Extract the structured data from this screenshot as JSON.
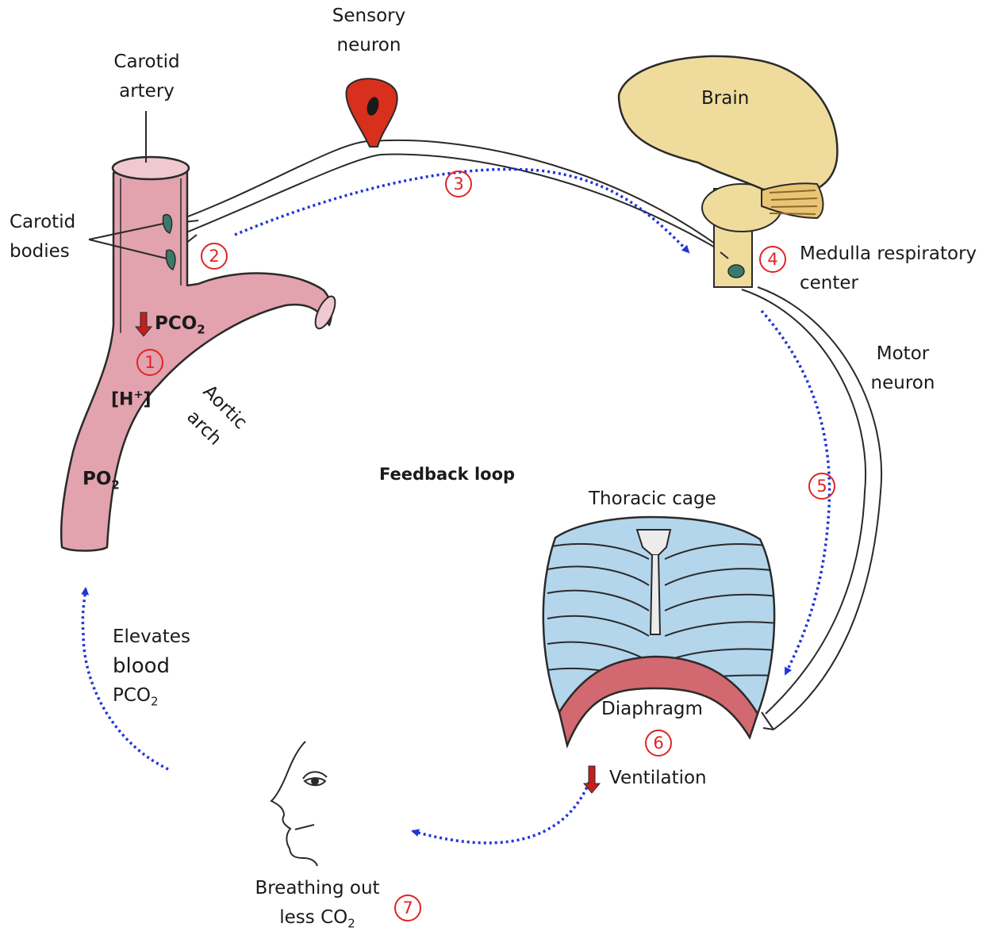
{
  "labels": {
    "sensory_neuron": [
      "Sensory",
      "neuron"
    ],
    "carotid_artery": [
      "Carotid",
      "artery"
    ],
    "carotid_bodies": [
      "Carotid",
      "bodies"
    ],
    "brain": "Brain",
    "medulla": [
      "Medulla respiratory",
      "center"
    ],
    "motor_neuron": [
      "Motor",
      "neuron"
    ],
    "aortic_arch": [
      "Aortic",
      "arch"
    ],
    "feedback_loop": "Feedback loop",
    "thoracic_cage": "Thoracic cage",
    "diaphragm": "Diaphragm",
    "ventilation": "Ventilation",
    "elevates": [
      "Elevates",
      "blood",
      "PCO",
      "2"
    ],
    "breathing": [
      "Breathing out",
      "less CO",
      "2"
    ],
    "pco2": [
      "PCO",
      "2"
    ],
    "hplus": [
      "[H",
      "+",
      "]"
    ],
    "po2": [
      "PO",
      "2"
    ]
  },
  "steps": [
    "1",
    "2",
    "3",
    "4",
    "5",
    "6",
    "7"
  ],
  "colors": {
    "artery_fill": "#e2a2ae",
    "outline": "#2a2a2a",
    "brain_fill": "#efdc9c",
    "rib_fill": "#b4d6ec",
    "diaphragm_fill": "#d26870",
    "neuron_body": "#d8301c",
    "loop_arrow": "#1f35d8",
    "step_red": "#e02424",
    "down_arrow": "#c41e1e"
  }
}
